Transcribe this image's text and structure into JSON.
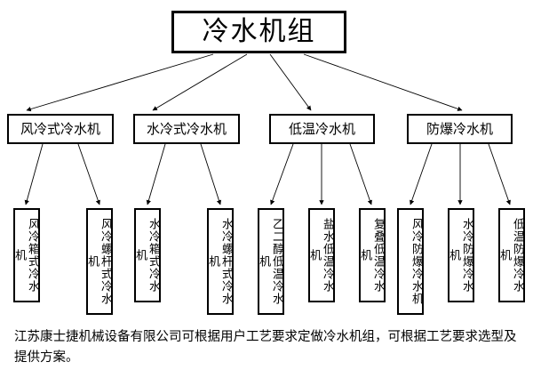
{
  "diagram": {
    "type": "tree",
    "title_node": {
      "label": "冷水机组"
    },
    "categories": [
      {
        "label": "风冷式冷水机",
        "children": [
          {
            "label": "风冷箱式冷水机"
          },
          {
            "label": "风冷螺杆式冷水机"
          }
        ]
      },
      {
        "label": "水冷式冷水机",
        "children": [
          {
            "label": "水冷箱式冷水机"
          },
          {
            "label": "水冷螺杆式冷水机"
          }
        ]
      },
      {
        "label": "低温冷水机",
        "children": [
          {
            "label": "乙二醇低温冷水机"
          },
          {
            "label": "盐水低温冷水机"
          },
          {
            "label": "复叠低温冷水机"
          }
        ]
      },
      {
        "label": "防爆冷水机",
        "children": [
          {
            "label": "风冷防爆冷水机"
          },
          {
            "label": "水冷防爆冷水机"
          },
          {
            "label": "低温防爆冷水机"
          }
        ]
      }
    ],
    "caption": "江苏康士捷机械设备有限公司可根据用户工艺要求定做冷水机组，可根据工艺要求选型及提供方案。",
    "colors": {
      "border": "#000000",
      "background": "#ffffff",
      "text": "#000000",
      "edge": "#000000"
    }
  }
}
